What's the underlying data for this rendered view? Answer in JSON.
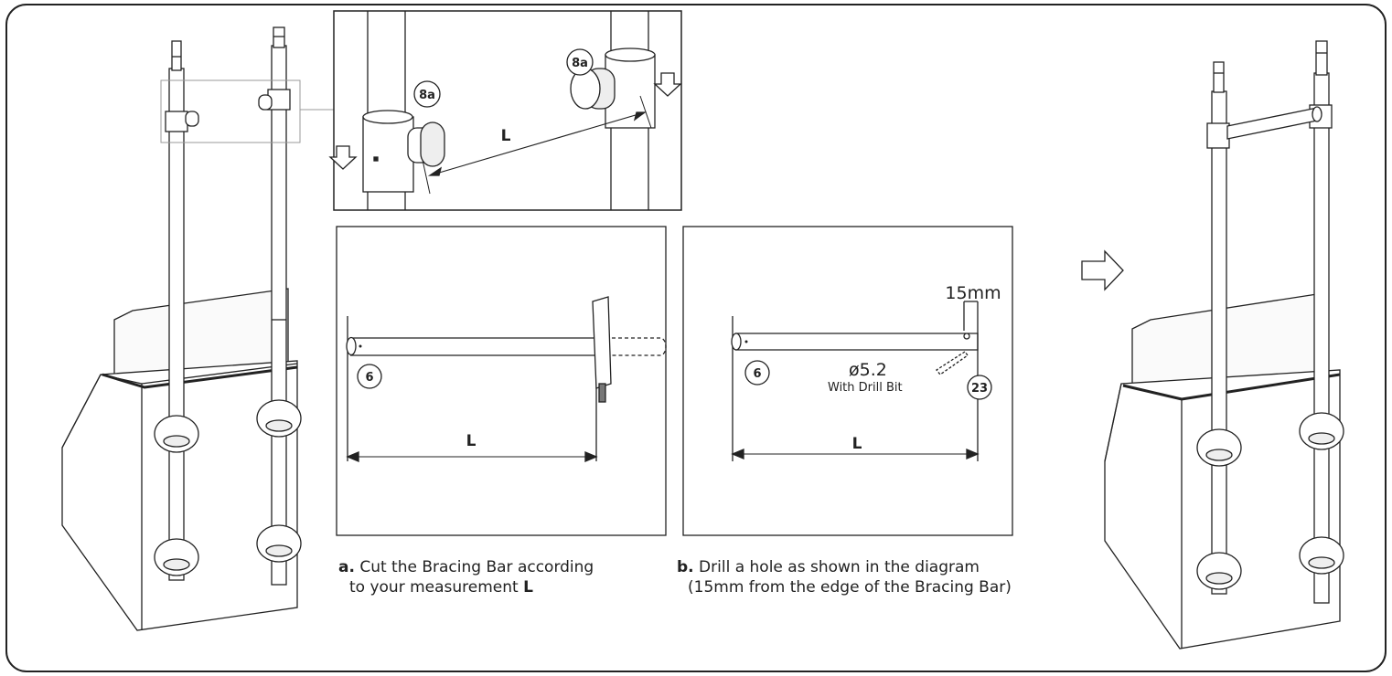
{
  "zoom": {
    "label_left": "8a",
    "label_right": "8a",
    "dimension": "L"
  },
  "panel_a": {
    "part": "6",
    "dimension": "L",
    "caption": {
      "prefix": "a.",
      "line1": "Cut the Bracing Bar according",
      "line2_text": "to your measurement",
      "line2_bold": "L"
    }
  },
  "panel_b": {
    "part": "6",
    "dimension": "L",
    "offset": "15mm",
    "hole": "ø5.2",
    "drill_note": "With Drill Bit",
    "drill_part": "23",
    "caption": {
      "prefix": "b.",
      "line1": "Drill a hole as shown in the diagram",
      "line2": "(15mm from the edge of the Bracing Bar)"
    }
  },
  "arrow_icon": "right-outline-arrow-icon"
}
